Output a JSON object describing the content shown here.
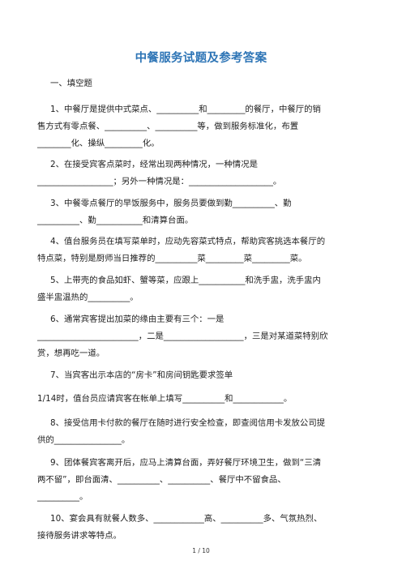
{
  "document": {
    "title": "中餐服务试题及参考答案",
    "section": "一、填空题",
    "lines": [
      "1、中餐厅是提供中式菜点、__________和_________的餐厅，中餐厅的销",
      "售方式有零点餐、__________、__________等，做到服务标准化，布置",
      "________化、操纵_________化。",
      "2、在接受宾客点菜时，经常出现两种情况，一种情况是",
      "__________________；另外一种情况是：____________________。",
      "3、中餐零点餐厅的早饭服务中，服务员要做到勤__________、勤",
      "__________、勤___________和清算台面。",
      "4、值台服务员在填写菜单时，应动先容菜式特点，帮助宾客挑选本餐厅的",
      "特点菜，特别是厨师当日推荐的__________菜_________菜_________菜。",
      "5、上带壳的食品如虾、蟹等菜，应跟上___________和洗手盅，洗手盅内",
      "盛半盅温热的__________。",
      "6、通常宾客提出加菜的缘由主要有三个：一是",
      "________________________，二是___________________，三是对某道菜特别欣",
      "赏，想再吃一道。",
      "7、当宾客出示本店的“房卡”和房间钥匙要求签单",
      "1/14时，值台员应请宾客在帐单上填写__________和____________。",
      "8、接受信用卡付款的餐厅在随时进行安全检查，即查阅信用卡发放公司提",
      "供的________________。",
      "9、团体餐宾客离开后，应马上清算台面，弄好餐厅环境卫生，做到“三清",
      "两不留”，即台面清、__________、__________、餐厅中不留食品、",
      "__________。",
      "10、宴会具有就餐人数多、____________高、__________多、气氛热烈、",
      "接待服务讲求等特点。"
    ],
    "page_number": "1 / 10"
  }
}
